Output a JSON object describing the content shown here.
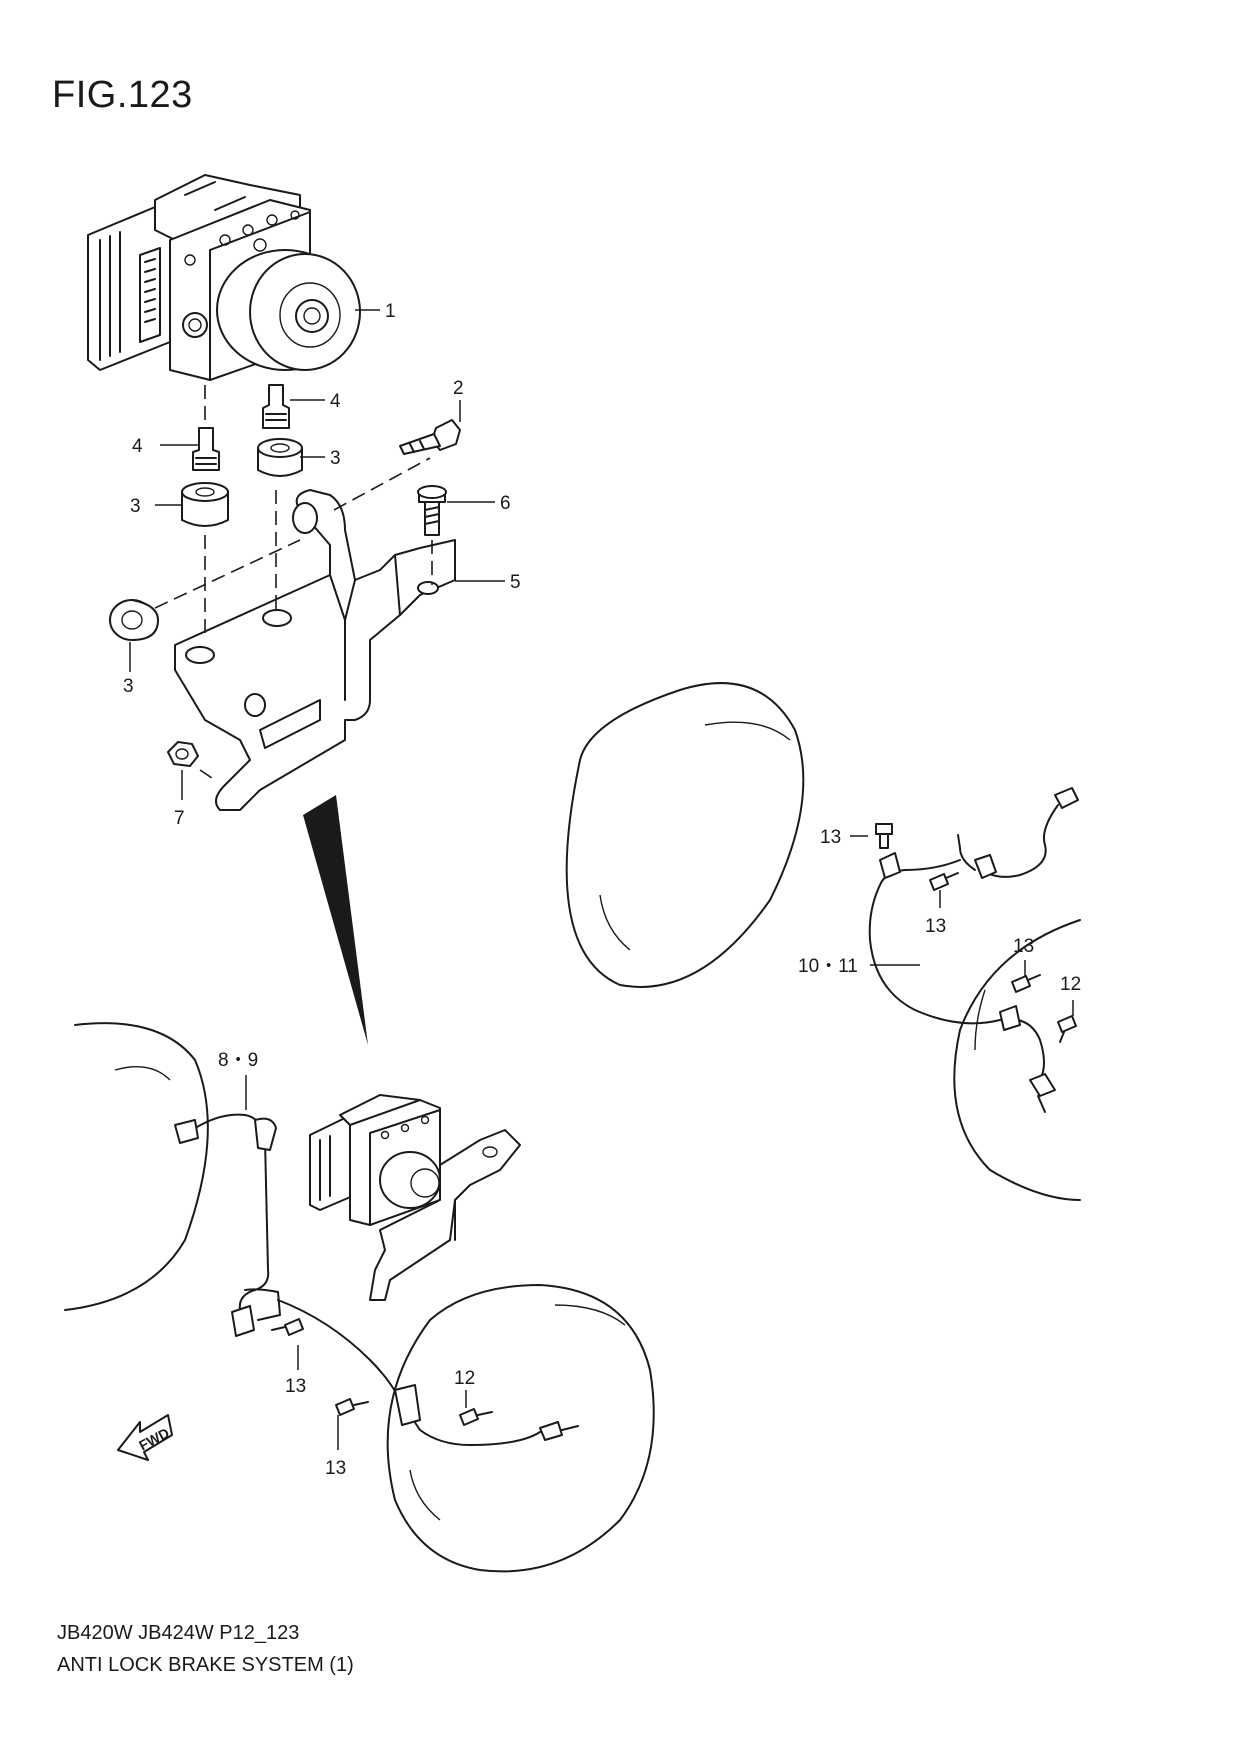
{
  "figure_title": "FIG.123",
  "footer": {
    "model_code": "JB420W JB424W P12_123",
    "section_name": "ANTI LOCK BRAKE SYSTEM (1)"
  },
  "callouts": {
    "c1": "1",
    "c2": "2",
    "c3a": "3",
    "c3b": "3",
    "c3c": "3",
    "c4a": "4",
    "c4b": "4",
    "c5": "5",
    "c6": "6",
    "c7": "7",
    "c8_9": "8・9",
    "c10_11": "10・11",
    "c12a": "12",
    "c12b": "12",
    "c13a": "13",
    "c13b": "13",
    "c13c": "13",
    "c13d": "13",
    "c13e": "13"
  },
  "direction_arrow": {
    "label": "FWD",
    "icon": "forward-arrow-icon"
  }
}
